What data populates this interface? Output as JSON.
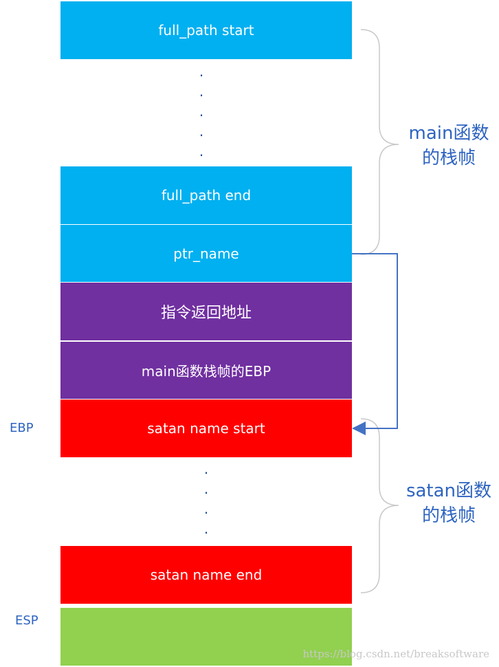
{
  "blocks": {
    "full_path_start": "full_path start",
    "full_path_end": "full_path end",
    "ptr_name": "ptr_name",
    "return_address": "指令返回地址",
    "main_ebp": "main函数栈帧的EBP",
    "satan_name_start": "satan name start",
    "satan_name_end": "satan name end",
    "green_block": ""
  },
  "side_labels": {
    "ebp": "EBP",
    "esp": "ESP"
  },
  "group_labels": {
    "main_line1": "main函数",
    "main_line2": "的栈帧",
    "satan_line1": "satan函数",
    "satan_line2": "的栈帧"
  },
  "dots": ".",
  "watermark": "https://blog.csdn.net/breaksoftware",
  "colors": {
    "main_frame_blue": "#00b0f0",
    "return_purple": "#7030a0",
    "satan_frame_red": "#ff0000",
    "esp_green": "#92d050",
    "annotation_blue": "#2e64c0",
    "arrow_blue": "#4472c4",
    "brace_gray": "#c8c8c8"
  }
}
